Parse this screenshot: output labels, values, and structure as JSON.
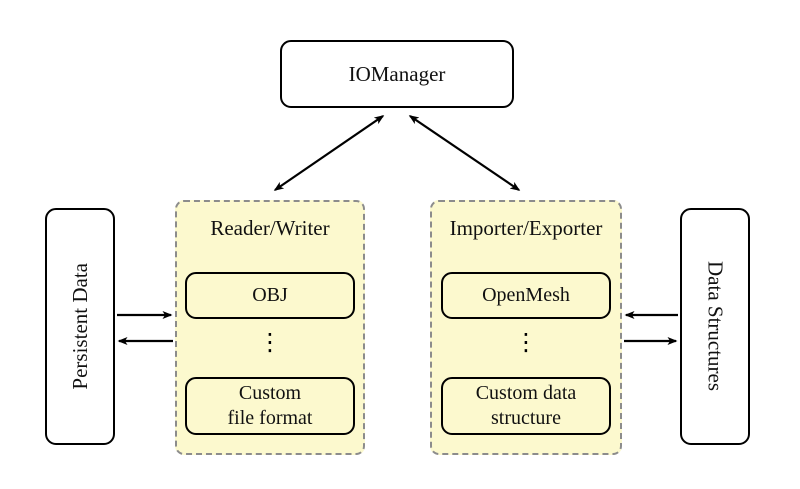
{
  "diagram": {
    "nodes": {
      "iomanager": "IOManager",
      "persistent_data": "Persistent Data",
      "data_structures": "Data Structures"
    },
    "reader_writer": {
      "title": "Reader/Writer",
      "item1": "OBJ",
      "dots": "⋮",
      "item2_line1": "Custom",
      "item2_line2": "file format"
    },
    "importer_exporter": {
      "title": "Importer/Exporter",
      "item1": "OpenMesh",
      "dots": "⋮",
      "item2_line1": "Custom data",
      "item2_line2": "structure"
    },
    "colors": {
      "group_fill": "#fcf9ce",
      "group_border": "#8c8c8c",
      "line": "#000000"
    }
  }
}
